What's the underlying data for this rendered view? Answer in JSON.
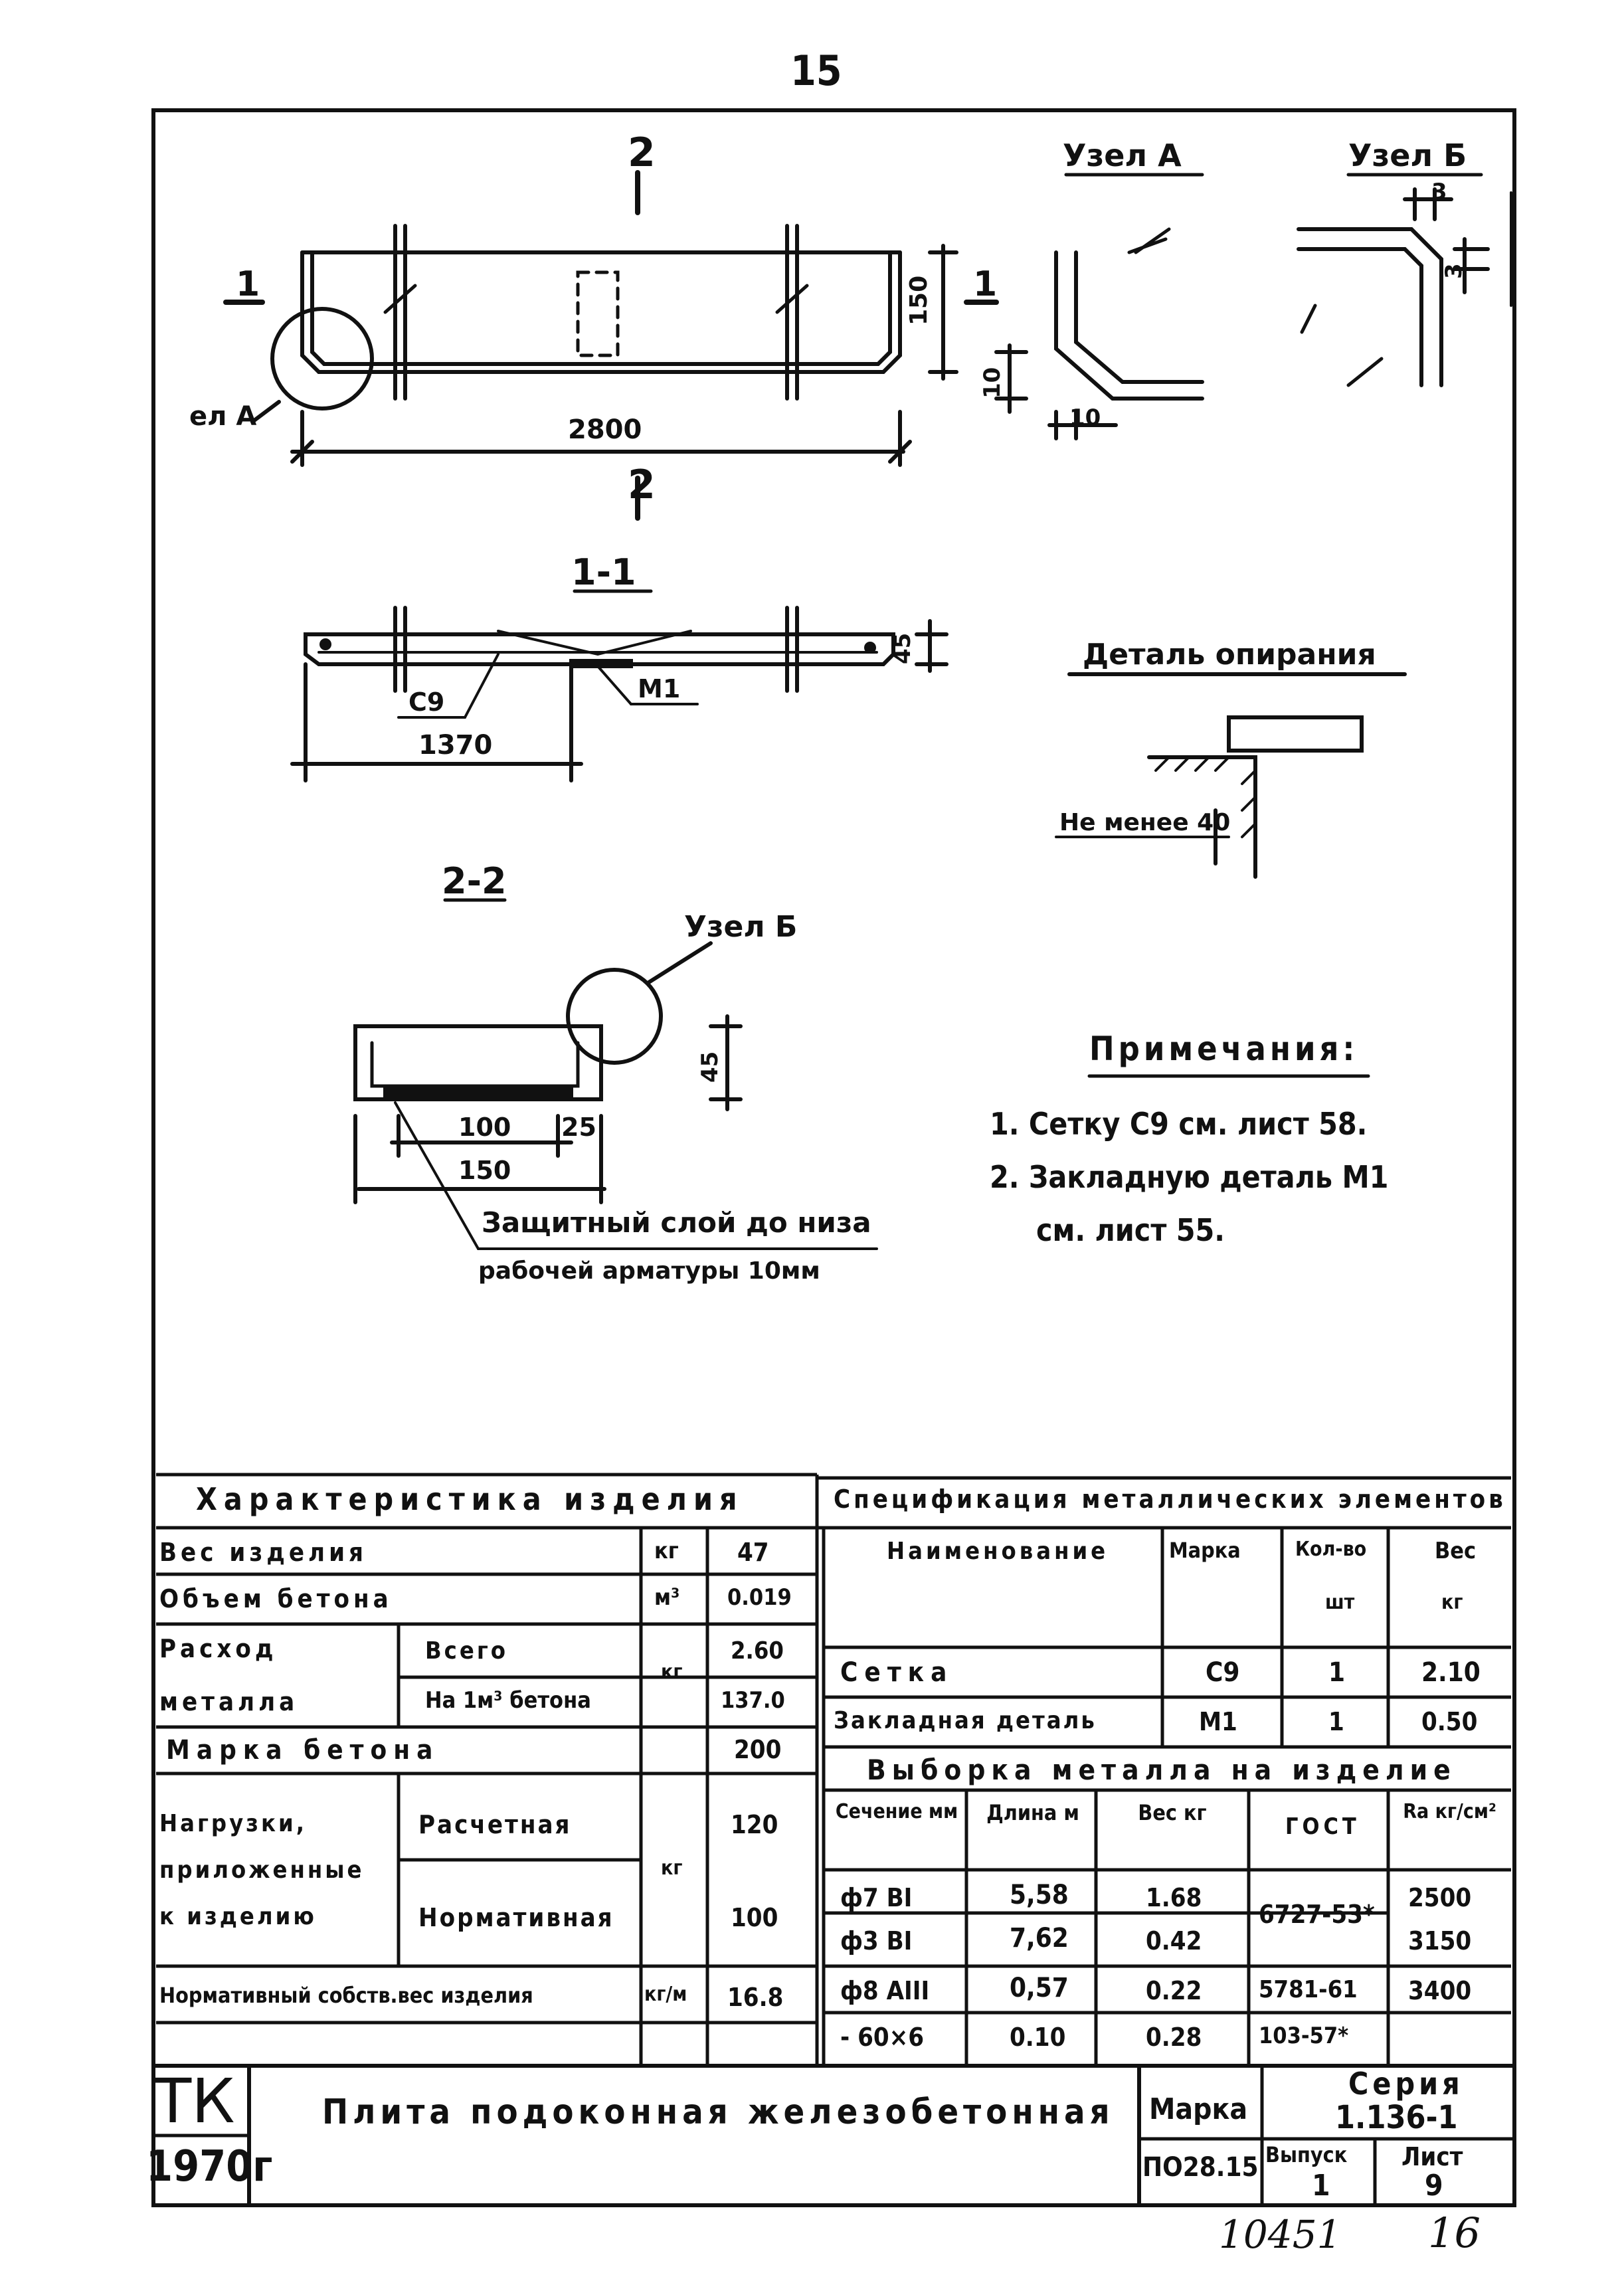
{
  "page_number": "15",
  "drawing": {
    "section_mark_top": "2",
    "section_mark_bottom": "2",
    "section_left": "1",
    "section_right": "1",
    "node_a_callout": "ел А",
    "dim_length": "2800",
    "dim_150": "150",
    "node_a_title": "Узел А",
    "node_a_dim_10_v": "10",
    "node_a_dim_10_h": "10",
    "node_b_title": "Узел Б",
    "node_b_dim_3a": "3",
    "node_b_dim_3b": "3",
    "section_11_title": "1-1",
    "section_11_dim_45": "45",
    "section_11_c9": "С9",
    "section_11_m1": "М1",
    "section_11_dim_1370": "1370",
    "support_title": "Деталь опирания",
    "support_note": "Не менее 40",
    "section_22_title": "2-2",
    "section_22_node_b": "Узел Б",
    "section_22_dim_45": "45",
    "section_22_dim_100": "100",
    "section_22_dim_25": "25",
    "section_22_dim_150": "150",
    "cover_note_1": "Защитный слой до низа",
    "cover_note_2": "рабочей арматуры 10мм"
  },
  "notes": {
    "title": "Примечания:",
    "items": [
      "1. Сетку С9 см. лист 58.",
      "2. Закладную деталь М1",
      "см. лист 55."
    ]
  },
  "characteristics": {
    "title": "Характеристика изделия",
    "rows": {
      "weight": {
        "label": "Вес изделия",
        "unit": "кг",
        "value": "47"
      },
      "concrete_volume": {
        "label": "Объем бетона",
        "unit": "м³",
        "value": "0.019"
      },
      "metal_label_1": "Расход",
      "metal_label_2": "металла",
      "metal_total": {
        "label": "Всего",
        "value": "2.60"
      },
      "metal_per_m3": {
        "label": "На 1м³ бетона",
        "value": "137.0"
      },
      "metal_unit": "кг",
      "concrete_grade": {
        "label": "Марка бетона",
        "value": "200"
      },
      "loads_label_1": "Нагрузки,",
      "loads_label_2": "приложенные",
      "loads_label_3": "к изделию",
      "loads_unit": "кг",
      "load_design": {
        "label": "Расчетная",
        "value": "120"
      },
      "load_normative": {
        "label": "Нормативная",
        "value": "100"
      },
      "self_weight": {
        "label": "Нормативный собств.вес изделия",
        "unit": "кг/м",
        "value": "16.8"
      }
    }
  },
  "specification": {
    "title": "Спецификация металлических элементов",
    "headers": {
      "name": "Наименование",
      "mark": "Марка",
      "qty_1": "Кол-во",
      "qty_2": "шт",
      "weight_1": "Вес",
      "weight_2": "кг"
    },
    "rows": [
      {
        "name": "Сетка",
        "mark": "С9",
        "qty": "1",
        "weight": "2.10"
      },
      {
        "name": "Закладная деталь",
        "mark": "М1",
        "qty": "1",
        "weight": "0.50"
      }
    ]
  },
  "metal_selection": {
    "title": "Выборка металла на изделие",
    "headers": {
      "section": "Сечение мм",
      "length": "Длина м",
      "weight": "Вес кг",
      "gost": "ГОСТ",
      "ra": "Ra кг/см²"
    },
    "rows": [
      {
        "section": "ф7 ВI",
        "length": "5,58",
        "weight": "1.68"
      },
      {
        "section": "ф3 ВI",
        "length": "7,62",
        "weight": "0.42"
      },
      {
        "section": "ф8 АIII",
        "length": "0,57",
        "weight": "0.22"
      },
      {
        "section": "- 60×6",
        "length": "0.10",
        "weight": "0.28"
      }
    ],
    "gost": [
      "6727-53*",
      "5781-61",
      "103-57*"
    ],
    "ra": [
      "2500",
      "3150",
      "3400"
    ]
  },
  "title_block": {
    "org": "ТК",
    "year": "1970г",
    "name": "Плита подоконная железобетонная",
    "mark_label": "Марка",
    "mark_value": "ПО28.15",
    "series_label": "Серия",
    "series_value": "1.136-1",
    "issue_label": "Выпуск",
    "issue_value": "1",
    "sheet_label": "Лист",
    "sheet_value": "9"
  },
  "footer": {
    "inventory": "10451",
    "page": "16"
  }
}
